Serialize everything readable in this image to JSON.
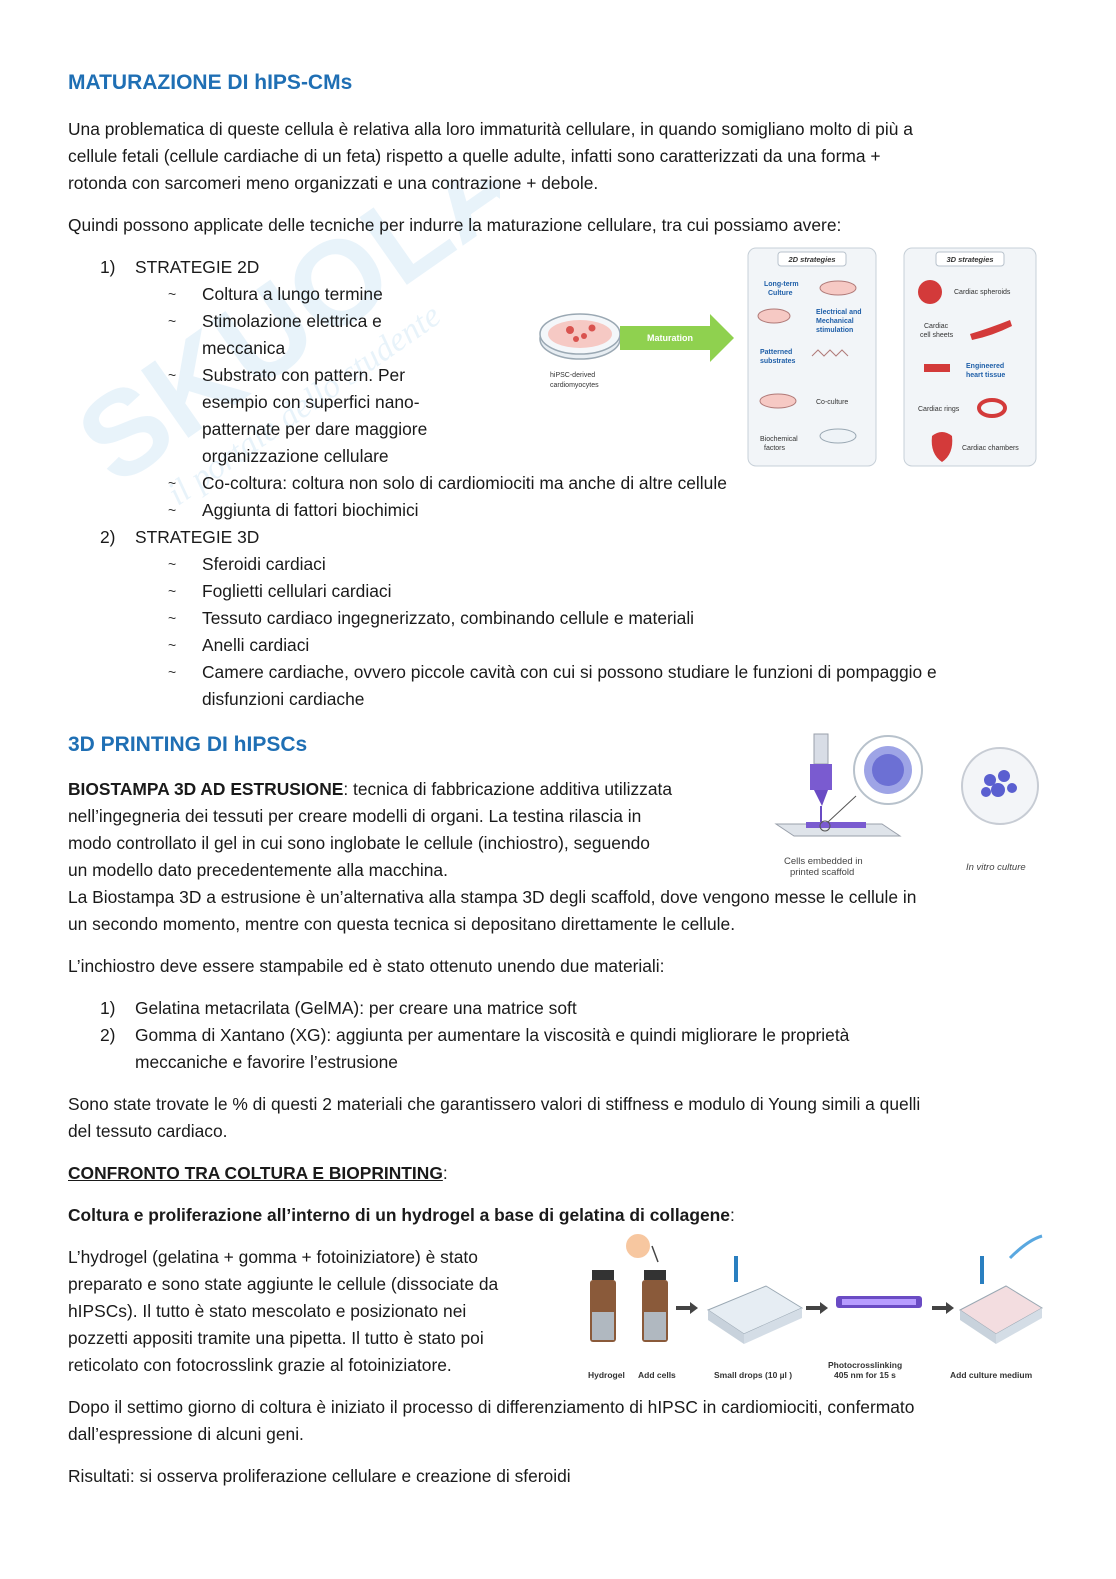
{
  "section1": {
    "title": "MATURAZIONE DI hIPS-CMs",
    "para1_lines": [
      "Una problematica di queste cellula è relativa alla loro immaturità cellulare, in quando somigliano molto di più a",
      "cellule fetali (cellule cardiache di un feta) rispetto a quelle adulte, infatti sono caratterizzati da una forma +",
      "rotonda con sarcomeri meno organizzati e una contrazione + debole."
    ],
    "para2": "Quindi possono applicate delle tecniche per indurre la maturazione cellulare, tra cui possiamo avere:",
    "list": [
      {
        "num": "1)",
        "label": "STRATEGIE 2D",
        "bullets": [
          [
            "Coltura a lungo termine"
          ],
          [
            "Stimolazione elettrica e",
            "meccanica"
          ],
          [
            "Substrato con pattern. Per",
            "esempio con superfici nano-",
            "patternate per dare maggiore",
            "organizzazione cellulare"
          ],
          [
            "Co-coltura: coltura non solo di cardiomiociti ma anche di altre cellule"
          ],
          [
            "Aggiunta di fattori biochimici"
          ]
        ]
      },
      {
        "num": "2)",
        "label": "STRATEGIE 3D",
        "bullets": [
          [
            "Sferoidi cardiaci"
          ],
          [
            "Foglietti cellulari cardiaci"
          ],
          [
            "Tessuto cardiaco ingegnerizzato, combinando cellule e materiali"
          ],
          [
            "Anelli cardiaci"
          ],
          [
            "Camere cardiache, ovvero piccole cavità con cui si possono studiare le funzioni di pompaggio e",
            "disfunzioni cardiache"
          ]
        ]
      }
    ],
    "figure": {
      "dish_label_lines": [
        "hiPSC-derived",
        "cardiomyocytes"
      ],
      "arrow_label": "Maturation",
      "panel_2d_title": "2D strategies",
      "panel_3d_title": "3D strategies",
      "items_2d": [
        [
          "Long-term",
          "Culture"
        ],
        [
          "Electrical and",
          "Mechanical",
          "stimulation"
        ],
        [
          "Patterned",
          "substrates"
        ],
        [
          "Co-culture"
        ],
        [
          "Biochemical",
          "factors"
        ]
      ],
      "items_3d": [
        [
          "Cardiac spheroids"
        ],
        [
          "Cardiac",
          "cell sheets"
        ],
        [
          "Engineered",
          "heart tissue"
        ],
        [
          "Cardiac rings"
        ],
        [
          "Cardiac chambers"
        ]
      ]
    }
  },
  "section2": {
    "title": "3D PRINTING DI hIPSCs",
    "bio_bold": "BIOSTAMPA 3D AD ESTRUSIONE",
    "bio_line1_rest": ": tecnica di fabbricazione additiva utilizzata",
    "bio_lines": [
      "nell’ingegneria dei tessuti per creare modelli di organi. La testina rilascia in",
      "modo controllato il gel in cui sono inglobate le cellule (inchiostro), seguendo",
      "un modello dato precedentemente alla macchina."
    ],
    "bio_lines_full": [
      "La Biostampa 3D a estrusione è un’alternativa alla stampa 3D degli scaffold, dove vengono messe le cellule in",
      "un secondo momento, mentre con questa tecnica si depositano direttamente le cellule."
    ],
    "fig_caption1_lines": [
      "Cells embedded in",
      "printed scaffold"
    ],
    "fig_caption2": "In vitro culture",
    "ink_para": "L’inchiostro deve essere stampabile ed è stato ottenuto unendo due materiali:",
    "materials": [
      {
        "num": "1)",
        "lines": [
          "Gelatina metacrilata (GelMA): per creare una matrice soft"
        ]
      },
      {
        "num": "2)",
        "lines": [
          "Gomma di Xantano (XG): aggiunta per aumentare la viscosità e quindi migliorare le proprietà",
          "meccaniche e favorire l’estrusione"
        ]
      }
    ],
    "stiff_lines": [
      "Sono state trovate le % di questi 2 materiali che garantissero valori di stiffness e modulo di Young simili a quelli",
      "del tessuto cardiaco."
    ],
    "confronto_label": "CONFRONTO TRA COLTURA E BIOPRINTING",
    "confronto_colon": ":",
    "coltura_heading": "Coltura e proliferazione all’interno di un hydrogel a base di gelatina di collagene",
    "coltura_colon": ":",
    "hydro_lines": [
      "L’hydrogel (gelatina + gomma + fotoiniziatore) è stato",
      "preparato e sono state aggiunte le cellule (dissociate da",
      "hIPSCs). Il tutto è stato mescolato e posizionato nei",
      "pozzetti appositi tramite una pipetta.  Il tutto è stato poi",
      "reticolato con fotocrosslink grazie al fotoiniziatore."
    ],
    "process_labels": [
      "Hydrogel",
      "Add cells",
      "Small drops (10 µl )",
      "Photocrosslinking",
      "405 nm for 15 s",
      "Add culture medium"
    ],
    "diff_lines": [
      "Dopo il settimo giorno di coltura è iniziato il processo di differenziamento di hIPSC in cardiomiociti, confermato",
      "dall’espressione di alcuni geni."
    ],
    "results": "Risultati: si osserva proliferazione cellulare e creazione di sferoidi"
  },
  "watermark": {
    "text": "SKUOLA",
    "subtext": "il portale dello studente"
  },
  "colors": {
    "heading": "#1f6fb4",
    "text": "#1a1a1a",
    "arrow_green": "#8fd14f",
    "purple": "#6a4bc4",
    "red": "#d33a3a"
  }
}
